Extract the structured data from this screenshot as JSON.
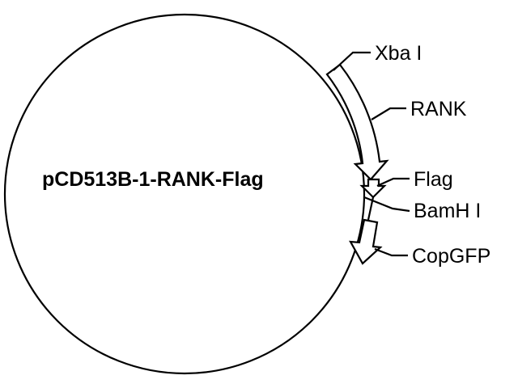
{
  "plasmid": {
    "name": "pCD513B-1-RANK-Flag"
  },
  "features": [
    {
      "id": "xba",
      "label": "Xba I",
      "type": "restriction-site"
    },
    {
      "id": "rank",
      "label": "RANK",
      "type": "gene"
    },
    {
      "id": "flag",
      "label": "Flag",
      "type": "tag"
    },
    {
      "id": "bamh",
      "label": "BamH I",
      "type": "restriction-site"
    },
    {
      "id": "copgfp",
      "label": "CopGFP",
      "type": "gene"
    }
  ],
  "colors": {
    "line": "#000000",
    "fill": "#ffffff",
    "background": "#ffffff"
  }
}
